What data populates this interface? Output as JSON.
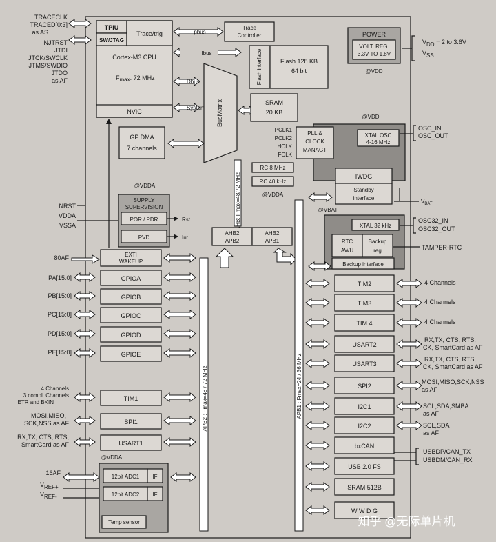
{
  "core": {
    "tpiu": "TPIU",
    "swjtag": "SW/JTAG",
    "trace_trig": "Trace/trig",
    "cpu": "Cortex-M3 CPU",
    "fmax": "F",
    "fmax_sub": "max",
    "fmax_val": ": 72 MHz",
    "nvic": "NVIC",
    "trace_controller": [
      "Trace",
      "Controller"
    ],
    "pbus": "pbus",
    "ibus": "Ibus",
    "dbus": "Dbus",
    "system": "System",
    "busmatrix": "BusMatrix",
    "flash_interface": "Flash interface",
    "flash": "Flash 128 KB",
    "flash_width": "64 bit",
    "sram": "SRAM",
    "sram_size": "20 KB",
    "gpdma": "GP DMA",
    "gpdma_ch": "7 channels",
    "ahb_label": "AHB: F",
    "ahb_sub": "max",
    "ahb_val": "=48/72 MHz"
  },
  "ext_signals_left": {
    "traceclk": "TRACECLK",
    "traced": "TRACED[0:3]",
    "as_as": "as AS",
    "njtrst": "NJTRST",
    "jtdi": "JTDI",
    "jtck": "JTCK/SWCLK",
    "jtms": "JTMS/SWDIO",
    "jtdo": "JTDO",
    "as_af": "as AF",
    "nrst": "NRST",
    "vdda": "VDDA",
    "vssa": "VSSA",
    "af80": "80AF",
    "pa": "PA[15:0]",
    "pb": "PB[15:0]",
    "pc": "PC[15:0]",
    "pd": "PD[15:0]",
    "pe": "PE[15:0]",
    "tim1_sig": [
      "4 Channels",
      "3 compl. Channels",
      "ETR and BKIN"
    ],
    "spi1_sig": [
      "MOSI,MISO,",
      "SCK,NSS as AF"
    ],
    "usart1_sig": [
      "RX,TX, CTS, RTS,",
      "SmartCard as AF"
    ],
    "af16": "16AF",
    "vref_plus": "V",
    "vref_plus_sub": "REF+",
    "vref_minus": "V",
    "vref_minus_sub": "REF-"
  },
  "power": {
    "title": "POWER",
    "volt_reg": "VOLT. REG.",
    "volt_range": "3.3V TO 1.8V",
    "at_vdd": "@VDD",
    "vdd_label": "V",
    "vdd_sub": "DD",
    "vdd_range": " = 2 to 3.6V",
    "vss_label": "V",
    "vss_sub": "SS"
  },
  "clock": {
    "at_vdd": "@VDD",
    "pclk1": "PCLK1",
    "pclk2": "PCLK2",
    "hclk": "HCLK",
    "fclk": "FCLK",
    "pll": [
      "PLL &",
      "CLOCK",
      "MANAGT"
    ],
    "xtal_osc": [
      "XTAL OSC",
      "4-16 MHz"
    ],
    "osc_in": "OSC_IN",
    "osc_out": "OSC_OUT",
    "rc8": "RC 8 MHz",
    "rc40": "RC 40 kHz",
    "iwdg": "IWDG",
    "standby": [
      "Standby",
      "interface"
    ],
    "at_vdda": "@VDDA",
    "at_vbat": "@VBAT",
    "vbat": "V",
    "vbat_sub": "BAT"
  },
  "backup": {
    "xtal32": "XTAL 32 kHz",
    "osc32_in": "OSC32_IN",
    "osc32_out": "OSC32_OUT",
    "rtc": [
      "RTC",
      "AWU"
    ],
    "backup_reg": [
      "Backup",
      "reg"
    ],
    "tamper": "TAMPER-RTC",
    "backup_if": "Backup interface"
  },
  "supervision": {
    "at_vdda": "@VDDA",
    "title": [
      "SUPPLY",
      "SUPERVISION"
    ],
    "por": "POR / PDR",
    "pvd": "PVD",
    "rst": "Rst",
    "int": "Int"
  },
  "bridges": {
    "ahb2_apb2": [
      "AHB2",
      "APB2"
    ],
    "ahb2_apb1": [
      "AHB2",
      "APB1"
    ],
    "apb2_label": "APB2 : F",
    "apb2_sub": "max",
    "apb2_val": "=48 / 72 MHz",
    "apb1_label": "APB1 : F",
    "apb1_sub": "max",
    "apb1_val": "=24 / 36 MHz"
  },
  "apb2_blocks": {
    "exti": [
      "EXTI",
      "WAKEUP"
    ],
    "gpioa": "GPIOA",
    "gpiob": "GPIOB",
    "gpioc": "GPIOC",
    "gpiod": "GPIOD",
    "gpioe": "GPIOE",
    "tim1": "TIM1",
    "spi1": "SPI1",
    "usart1": "USART1",
    "at_vdda": "@VDDA",
    "adc1": "12bit ADC1",
    "adc2": "12bit ADC2",
    "if1": "IF",
    "if2": "IF",
    "temp": "Temp sensor"
  },
  "apb1_blocks": {
    "tim2": "TIM2",
    "tim3": "TIM3",
    "tim4": "TIM 4",
    "usart2": "USART2",
    "usart3": "USART3",
    "spi2": "SPI2",
    "i2c1": "I2C1",
    "i2c2": "I2C2",
    "bxcan": "bxCAN",
    "usb": "USB 2.0 FS",
    "sram512": "SRAM 512B",
    "wwdg": "W W D G"
  },
  "ext_signals_right": {
    "tim2_sig": "4 Channels",
    "tim3_sig": "4 Channels",
    "tim4_sig": "4 Channels",
    "usart2_sig": [
      "RX,TX, CTS, RTS,",
      "CK, SmartCard as AF"
    ],
    "usart3_sig": [
      "RX,TX, CTS, RTS,",
      "CK, SmartCard as AF"
    ],
    "spi2_sig": [
      "MOSI,MISO,SCK,NSS",
      "as AF"
    ],
    "i2c1_sig": [
      "SCL,SDA,SMBA",
      "as AF"
    ],
    "i2c2_sig": [
      "SCL,SDA",
      "as AF"
    ],
    "usb_sig": [
      "USBDP/CAN_TX",
      "USBDM/CAN_RX"
    ]
  },
  "watermark": "知乎 @无际单片机"
}
